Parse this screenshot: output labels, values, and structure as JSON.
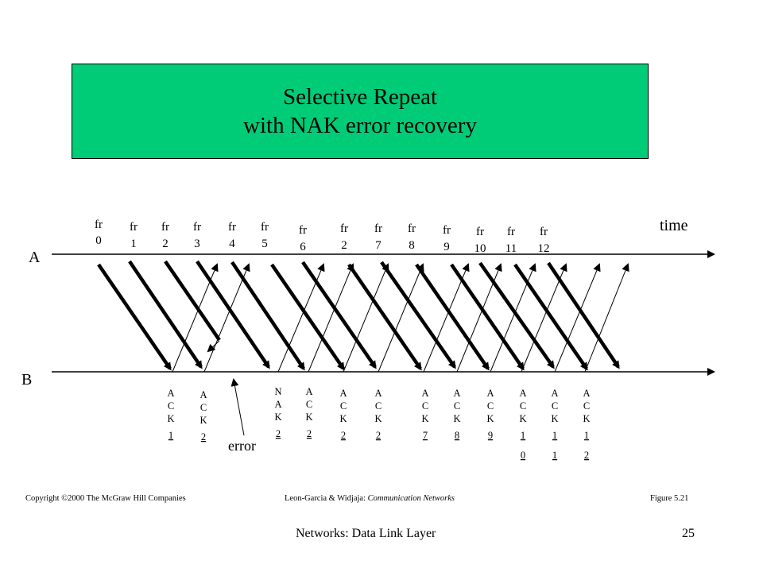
{
  "title": {
    "line1": "Selective Repeat",
    "line2": "with NAK error recovery"
  },
  "labels": {
    "station_a": "A",
    "station_b": "B",
    "time": "time",
    "error": "error"
  },
  "frames": [
    {
      "top": "fr",
      "num": "0"
    },
    {
      "top": "fr",
      "num": "1"
    },
    {
      "top": "fr",
      "num": "2"
    },
    {
      "top": "fr",
      "num": "3"
    },
    {
      "top": "fr",
      "num": "4"
    },
    {
      "top": "fr",
      "num": "5"
    },
    {
      "top": "fr",
      "num": "6"
    },
    {
      "top": "fr",
      "num": "2"
    },
    {
      "top": "fr",
      "num": "7"
    },
    {
      "top": "fr",
      "num": "8"
    },
    {
      "top": "fr",
      "num": "9"
    },
    {
      "top": "fr",
      "num": "10"
    },
    {
      "top": "fr",
      "num": "11"
    },
    {
      "top": "fr",
      "num": "12"
    }
  ],
  "acks": [
    {
      "chars": [
        "A",
        "C",
        "K",
        "1"
      ]
    },
    {
      "chars": [
        "A",
        "C",
        "K",
        "2"
      ]
    },
    {
      "chars": [
        "N",
        "A",
        "K",
        "2"
      ]
    },
    {
      "chars": [
        "A",
        "C",
        "K",
        "2"
      ]
    },
    {
      "chars": [
        "A",
        "C",
        "K",
        "2"
      ]
    },
    {
      "chars": [
        "A",
        "C",
        "K",
        "2"
      ]
    },
    {
      "chars": [
        "A",
        "C",
        "K",
        "7"
      ]
    },
    {
      "chars": [
        "A",
        "C",
        "K",
        "8"
      ]
    },
    {
      "chars": [
        "A",
        "C",
        "K",
        "9"
      ]
    },
    {
      "chars": [
        "A",
        "C",
        "K",
        "1",
        "0"
      ]
    },
    {
      "chars": [
        "A",
        "C",
        "K",
        "1",
        "1"
      ]
    },
    {
      "chars": [
        "A",
        "C",
        "K",
        "1",
        "2"
      ]
    }
  ],
  "footer": {
    "copyright": "Copyright ©2000 The McGraw Hill Companies",
    "authors": "Leon-Garcia & Widjaja: ",
    "book": "Communication Networks",
    "figure": "Figure 5.21",
    "slide_title": "Networks: Data Link Layer",
    "page_number": "25"
  }
}
